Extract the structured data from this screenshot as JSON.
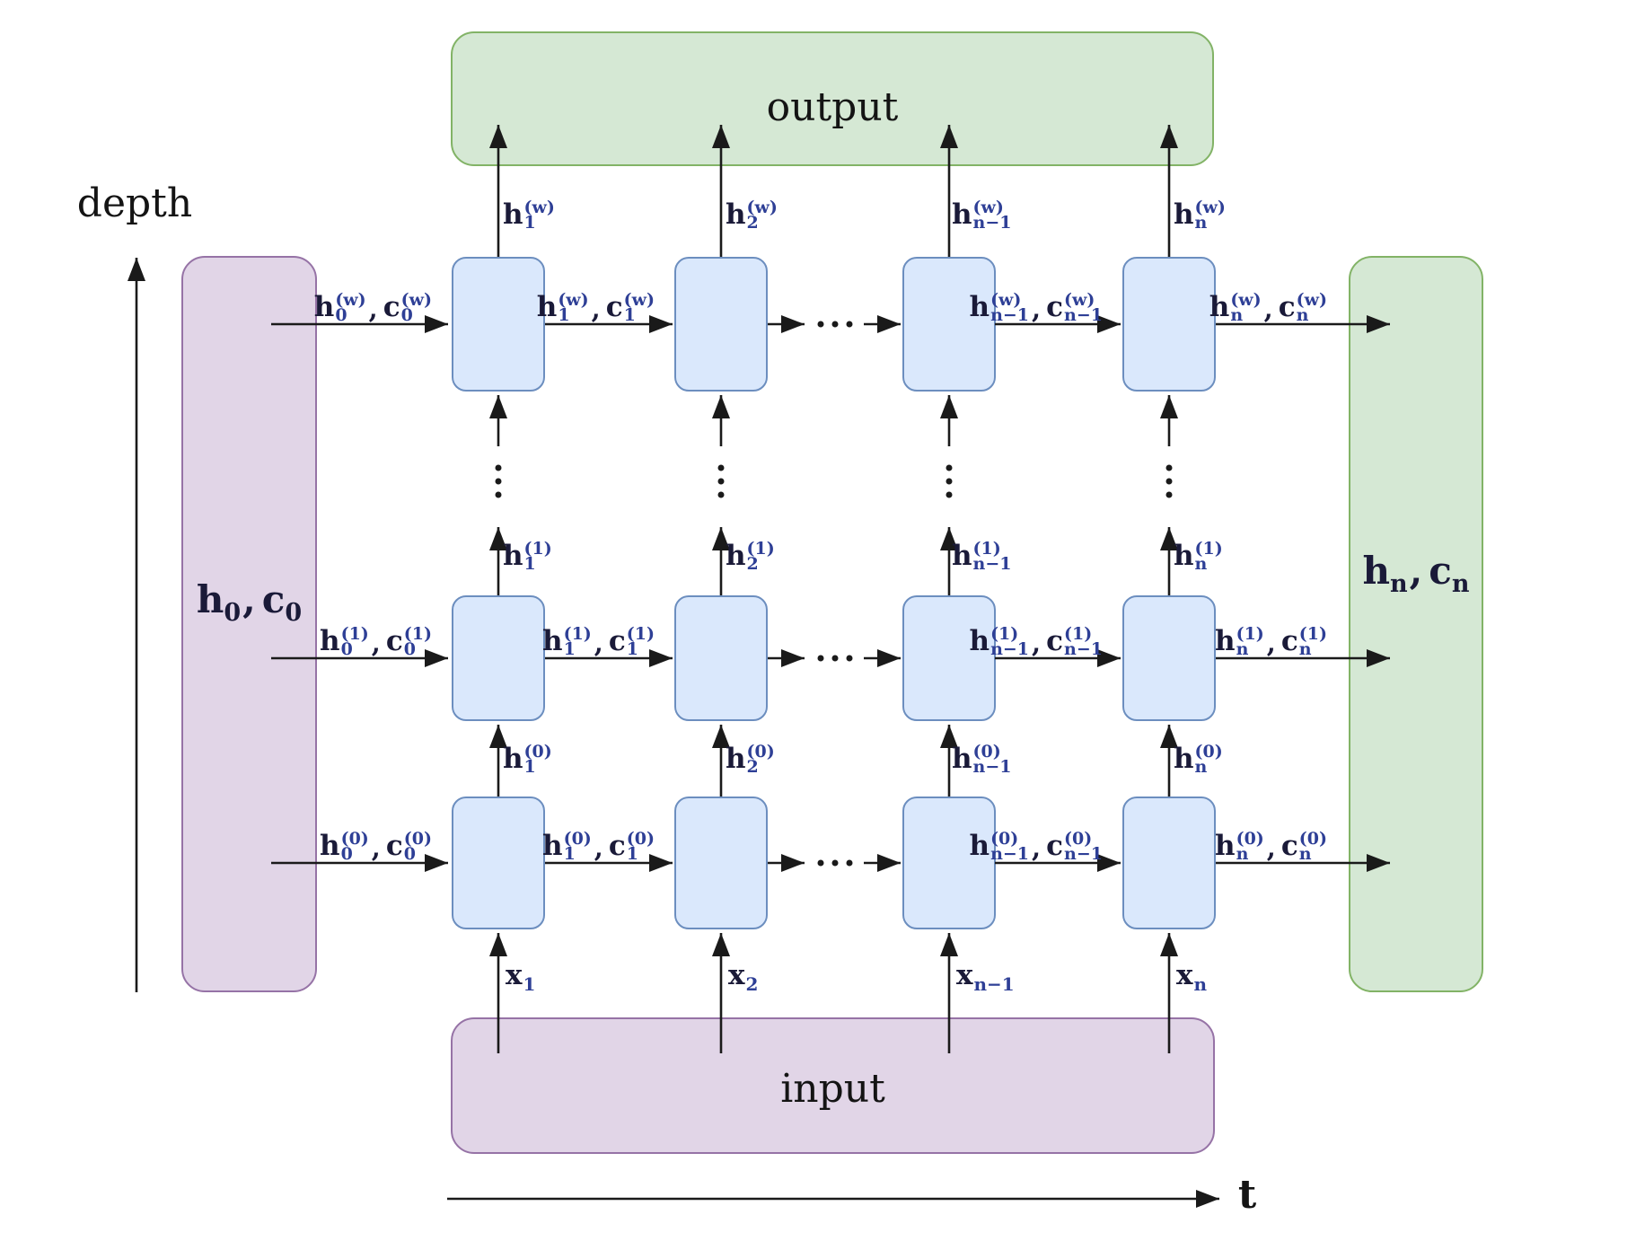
{
  "colors": {
    "green_fill": "#d5e8d4",
    "green_stroke": "#82b366",
    "purple_fill": "#e1d5e7",
    "purple_stroke": "#9673a6",
    "blue_fill": "#dae8fc",
    "blue_stroke": "#6c8ebf",
    "line": "#1a1a1a",
    "math": "#1a1a38",
    "script": "#2e3f96",
    "text": "#141414"
  },
  "labels": {
    "output": "output",
    "input": "input",
    "depth": "depth",
    "time": "t"
  },
  "state": {
    "left": {
      "b1": "h",
      "s1": "0",
      "sep": ",",
      "b2": "c",
      "s2": "0"
    },
    "right": {
      "b1": "h",
      "s1": "n",
      "sep": ",",
      "b2": "c",
      "s2": "n"
    }
  },
  "harrow": {
    "w0": {
      "b1": "h",
      "s1": "0",
      "p1": "(w)",
      "sep": ",",
      "b2": "c",
      "s2": "0",
      "p2": "(w)"
    },
    "w1": {
      "b1": "h",
      "s1": "1",
      "p1": "(w)",
      "sep": ",",
      "b2": "c",
      "s2": "1",
      "p2": "(w)"
    },
    "w3": {
      "b1": "h",
      "s1": "n−1",
      "p1": "(w)",
      "sep": ",",
      "b2": "c",
      "s2": "n−1",
      "p2": "(w)"
    },
    "w4": {
      "b1": "h",
      "s1": "n",
      "p1": "(w)",
      "sep": ",",
      "b2": "c",
      "s2": "n",
      "p2": "(w)"
    },
    "m0": {
      "b1": "h",
      "s1": "0",
      "p1": "(1)",
      "sep": ",",
      "b2": "c",
      "s2": "0",
      "p2": "(1)"
    },
    "m1": {
      "b1": "h",
      "s1": "1",
      "p1": "(1)",
      "sep": ",",
      "b2": "c",
      "s2": "1",
      "p2": "(1)"
    },
    "m3": {
      "b1": "h",
      "s1": "n−1",
      "p1": "(1)",
      "sep": ",",
      "b2": "c",
      "s2": "n−1",
      "p2": "(1)"
    },
    "m4": {
      "b1": "h",
      "s1": "n",
      "p1": "(1)",
      "sep": ",",
      "b2": "c",
      "s2": "n",
      "p2": "(1)"
    },
    "b0": {
      "b1": "h",
      "s1": "0",
      "p1": "(0)",
      "sep": ",",
      "b2": "c",
      "s2": "0",
      "p2": "(0)"
    },
    "b1": {
      "b1": "h",
      "s1": "1",
      "p1": "(0)",
      "sep": ",",
      "b2": "c",
      "s2": "1",
      "p2": "(0)"
    },
    "b3": {
      "b1": "h",
      "s1": "n−1",
      "p1": "(0)",
      "sep": ",",
      "b2": "c",
      "s2": "n−1",
      "p2": "(0)"
    },
    "b4": {
      "b1": "h",
      "s1": "n",
      "p1": "(0)",
      "sep": ",",
      "b2": "c",
      "s2": "n",
      "p2": "(0)"
    }
  },
  "vlabel": {
    "w1": {
      "b": "h",
      "s": "1",
      "p": "(w)"
    },
    "w2": {
      "b": "h",
      "s": "2",
      "p": "(w)"
    },
    "w3": {
      "b": "h",
      "s": "n−1",
      "p": "(w)"
    },
    "w4": {
      "b": "h",
      "s": "n",
      "p": "(w)"
    },
    "m1": {
      "b": "h",
      "s": "1",
      "p": "(1)"
    },
    "m2": {
      "b": "h",
      "s": "2",
      "p": "(1)"
    },
    "m3": {
      "b": "h",
      "s": "n−1",
      "p": "(1)"
    },
    "m4": {
      "b": "h",
      "s": "n",
      "p": "(1)"
    },
    "b1": {
      "b": "h",
      "s": "1",
      "p": "(0)"
    },
    "b2": {
      "b": "h",
      "s": "2",
      "p": "(0)"
    },
    "b3": {
      "b": "h",
      "s": "n−1",
      "p": "(0)"
    },
    "b4": {
      "b": "h",
      "s": "n",
      "p": "(0)"
    }
  },
  "xlabel": {
    "x1": {
      "b": "x",
      "s": "1"
    },
    "x2": {
      "b": "x",
      "s": "2"
    },
    "x3": {
      "b": "x",
      "s": "n−1"
    },
    "x4": {
      "b": "x",
      "s": "n"
    }
  }
}
